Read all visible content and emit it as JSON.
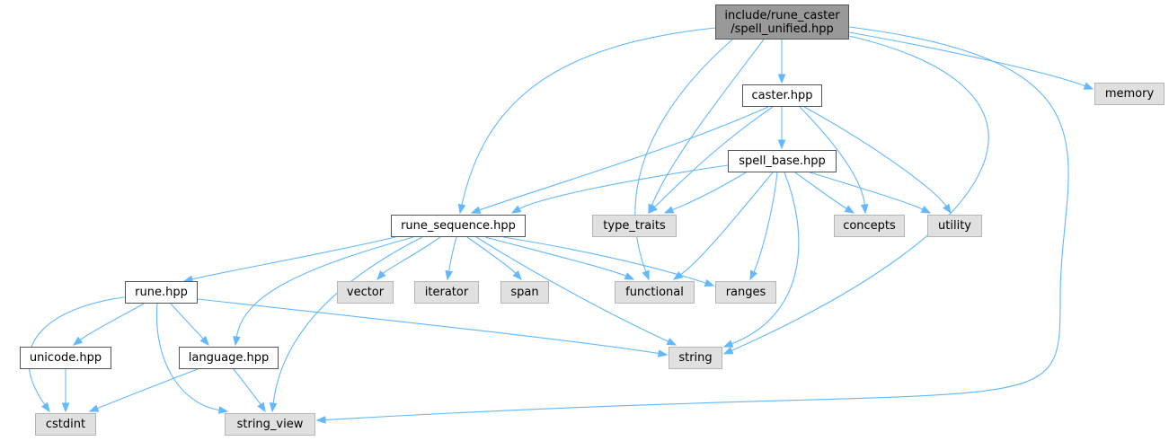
{
  "colors": {
    "edge": "#63b8ff",
    "root_fill": "#999999",
    "internal_fill": "#ffffff",
    "external_fill": "#e0e0e0"
  },
  "nodes": {
    "spell_unified": {
      "label": "include/rune_caster\n/spell_unified.hpp",
      "kind": "root"
    },
    "caster": {
      "label": "caster.hpp",
      "kind": "internal"
    },
    "spell_base": {
      "label": "spell_base.hpp",
      "kind": "internal"
    },
    "rune_sequence": {
      "label": "rune_sequence.hpp",
      "kind": "internal"
    },
    "rune": {
      "label": "rune.hpp",
      "kind": "internal"
    },
    "unicode": {
      "label": "unicode.hpp",
      "kind": "internal"
    },
    "language": {
      "label": "language.hpp",
      "kind": "internal"
    },
    "memory": {
      "label": "memory",
      "kind": "external"
    },
    "type_traits": {
      "label": "type_traits",
      "kind": "external"
    },
    "concepts": {
      "label": "concepts",
      "kind": "external"
    },
    "utility": {
      "label": "utility",
      "kind": "external"
    },
    "vector": {
      "label": "vector",
      "kind": "external"
    },
    "iterator": {
      "label": "iterator",
      "kind": "external"
    },
    "span": {
      "label": "span",
      "kind": "external"
    },
    "functional": {
      "label": "functional",
      "kind": "external"
    },
    "ranges": {
      "label": "ranges",
      "kind": "external"
    },
    "string": {
      "label": "string",
      "kind": "external"
    },
    "cstdint": {
      "label": "cstdint",
      "kind": "external"
    },
    "string_view": {
      "label": "string_view",
      "kind": "external"
    }
  },
  "edges": [
    [
      "spell_unified",
      "caster"
    ],
    [
      "spell_unified",
      "memory"
    ],
    [
      "spell_unified",
      "rune_sequence"
    ],
    [
      "spell_unified",
      "type_traits"
    ],
    [
      "spell_unified",
      "functional"
    ],
    [
      "spell_unified",
      "string"
    ],
    [
      "spell_unified",
      "string_view"
    ],
    [
      "caster",
      "spell_base"
    ],
    [
      "caster",
      "rune_sequence"
    ],
    [
      "caster",
      "type_traits"
    ],
    [
      "caster",
      "concepts"
    ],
    [
      "caster",
      "utility"
    ],
    [
      "spell_base",
      "rune_sequence"
    ],
    [
      "spell_base",
      "type_traits"
    ],
    [
      "spell_base",
      "concepts"
    ],
    [
      "spell_base",
      "utility"
    ],
    [
      "spell_base",
      "functional"
    ],
    [
      "spell_base",
      "ranges"
    ],
    [
      "spell_base",
      "string"
    ],
    [
      "rune_sequence",
      "rune"
    ],
    [
      "rune_sequence",
      "language"
    ],
    [
      "rune_sequence",
      "string_view"
    ],
    [
      "rune_sequence",
      "vector"
    ],
    [
      "rune_sequence",
      "iterator"
    ],
    [
      "rune_sequence",
      "span"
    ],
    [
      "rune_sequence",
      "functional"
    ],
    [
      "rune_sequence",
      "ranges"
    ],
    [
      "rune_sequence",
      "string"
    ],
    [
      "rune",
      "unicode"
    ],
    [
      "rune",
      "language"
    ],
    [
      "rune",
      "cstdint"
    ],
    [
      "rune",
      "string_view"
    ],
    [
      "rune",
      "string"
    ],
    [
      "unicode",
      "cstdint"
    ],
    [
      "language",
      "cstdint"
    ],
    [
      "language",
      "string_view"
    ]
  ]
}
